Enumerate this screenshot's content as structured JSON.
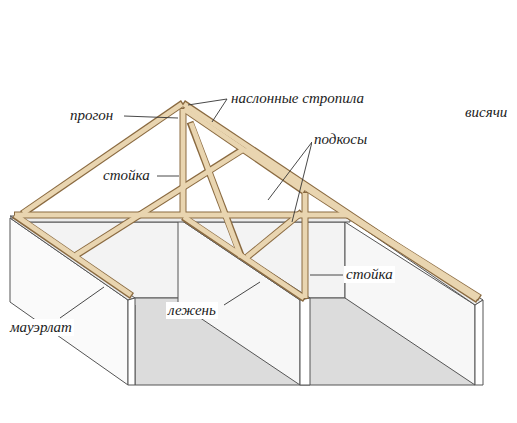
{
  "diagram": {
    "labels": [
      "наслонные стропила",
      "висячи",
      "прогон",
      "подкосы",
      "стойка",
      "стойка",
      "мауэрлат",
      "лежень"
    ]
  }
}
